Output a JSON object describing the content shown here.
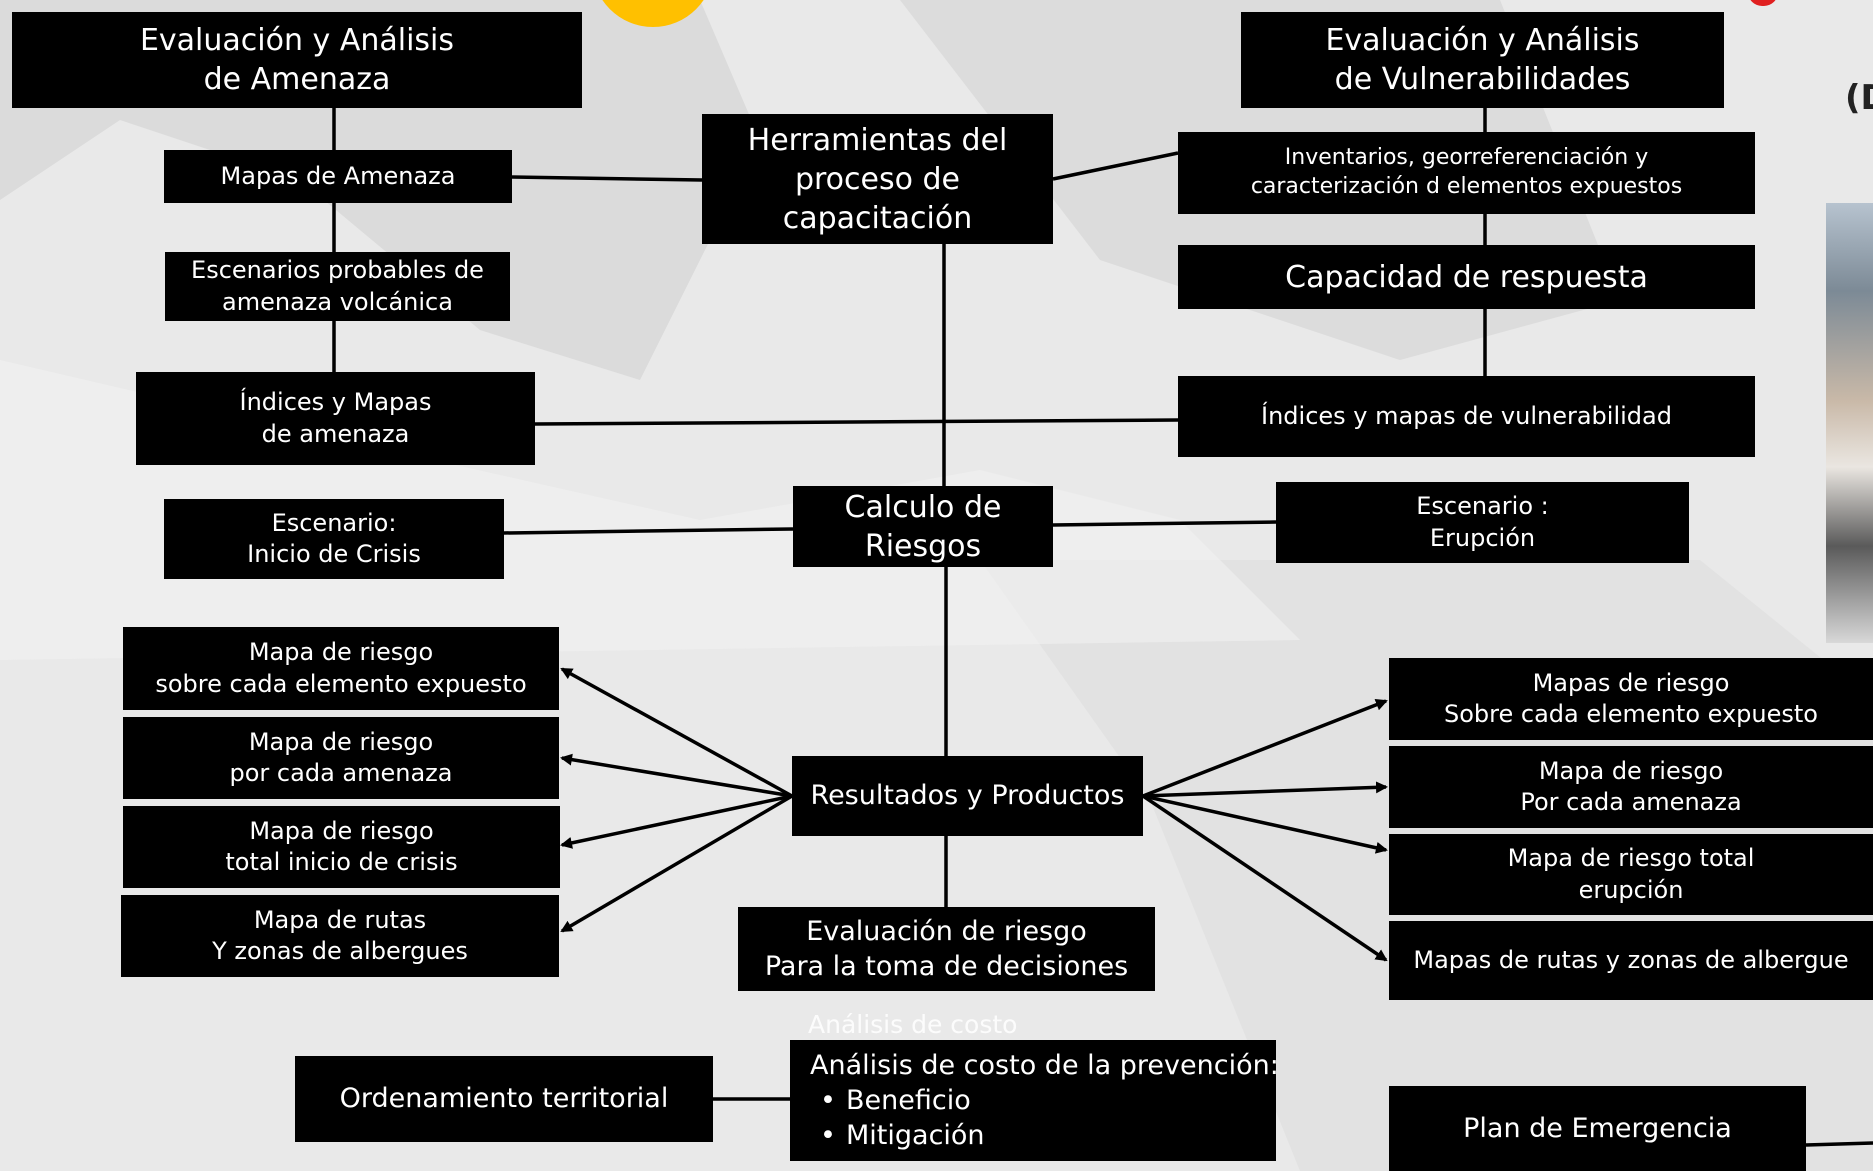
{
  "colors": {
    "box": "#000000",
    "text": "#ffffff",
    "accent_orange": "#ffc000",
    "accent_red": "#e02020",
    "background": "#e9e9e9"
  },
  "threat": {
    "title": [
      "Evaluación y Análisis",
      "de Amenaza"
    ],
    "maps": "Mapas de Amenaza",
    "scenarios": [
      "Escenarios  probables de",
      "amenaza volcánica"
    ],
    "indices": [
      "Índices y Mapas",
      "de amenaza"
    ]
  },
  "vulnerability": {
    "title": [
      "Evaluación y Análisis",
      "de Vulnerabilidades"
    ],
    "inventories": [
      "Inventarios, georreferenciación y",
      "caracterización d elementos expuestos"
    ],
    "capacity": "Capacidad de respuesta",
    "indices": "Índices y mapas de vulnerabilidad"
  },
  "tools": [
    "Herramientas del",
    "proceso de",
    "capacitación"
  ],
  "risk_calc": [
    "Calculo de",
    "Riesgos"
  ],
  "scenario_crisis": [
    "Escenario:",
    "Inicio de Crisis"
  ],
  "scenario_eruption": [
    "Escenario :",
    "Erupción"
  ],
  "left_products": [
    [
      "Mapa de riesgo",
      "sobre cada elemento expuesto"
    ],
    [
      "Mapa de riesgo",
      "por cada amenaza"
    ],
    [
      "Mapa de riesgo",
      "total inicio de crisis"
    ],
    [
      "Mapa de rutas",
      "Y zonas de albergues"
    ]
  ],
  "results": "Resultados y Productos",
  "right_products": [
    [
      "Mapas de riesgo",
      "Sobre cada elemento expuesto"
    ],
    [
      "Mapa de riesgo",
      "Por cada amenaza"
    ],
    [
      "Mapa de riesgo total",
      "erupción"
    ],
    [
      "Mapas de rutas y zonas de albergue"
    ]
  ],
  "evaluation": [
    "Evaluación de riesgo",
    "Para la toma de decisiones"
  ],
  "cost_ghost": "Análisis de costo",
  "cost": {
    "title": "Análisis de costo de la prevención:",
    "items": [
      "Beneficio",
      "Mitigación"
    ]
  },
  "territorial": "Ordenamiento territorial",
  "emergency": "Plan de Emergencia",
  "side_fragment": "(D"
}
